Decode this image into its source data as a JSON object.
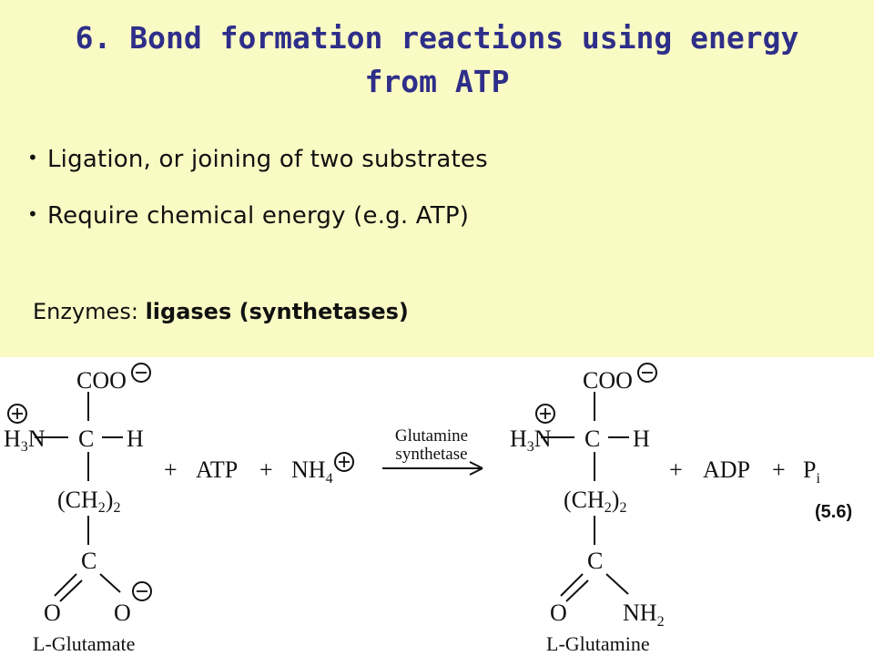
{
  "title": {
    "line1": "6. Bond formation reactions using energy",
    "line2": "from ATP"
  },
  "bullets": [
    "Ligation, or joining of two substrates",
    "Require chemical energy (e.g. ATP)"
  ],
  "enzymes": {
    "label": "Enzymes:",
    "value": "ligases (synthetases)"
  },
  "reaction": {
    "reactant1": {
      "carboxylate": "COO",
      "amine": "H",
      "amine_sub": "3",
      "amine_N": "N",
      "alpha_C": "C",
      "alpha_H": "H",
      "ch2_open": "(CH",
      "ch2_sub": "2",
      "ch2_close": ")",
      "ch2_count": "2",
      "side_C": "C",
      "side_O1": "O",
      "side_O2": "O",
      "name": "L-Glutamate"
    },
    "plus1": "+",
    "atp": "ATP",
    "plus2": "+",
    "ammonium": "NH",
    "ammonium_sub": "4",
    "enzyme_line1": "Glutamine",
    "enzyme_line2": "synthetase",
    "product1": {
      "carboxylate": "COO",
      "amine": "H",
      "amine_sub": "3",
      "amine_N": "N",
      "alpha_C": "C",
      "alpha_H": "H",
      "ch2_open": "(CH",
      "ch2_sub": "2",
      "ch2_close": ")",
      "ch2_count": "2",
      "side_C": "C",
      "side_O": "O",
      "side_N": "NH",
      "side_N_sub": "2",
      "name": "L-Glutamine"
    },
    "plus3": "+",
    "adp": "ADP",
    "plus4": "+",
    "pi": "P",
    "pi_sub": "i",
    "equation_number": "(5.6)"
  }
}
